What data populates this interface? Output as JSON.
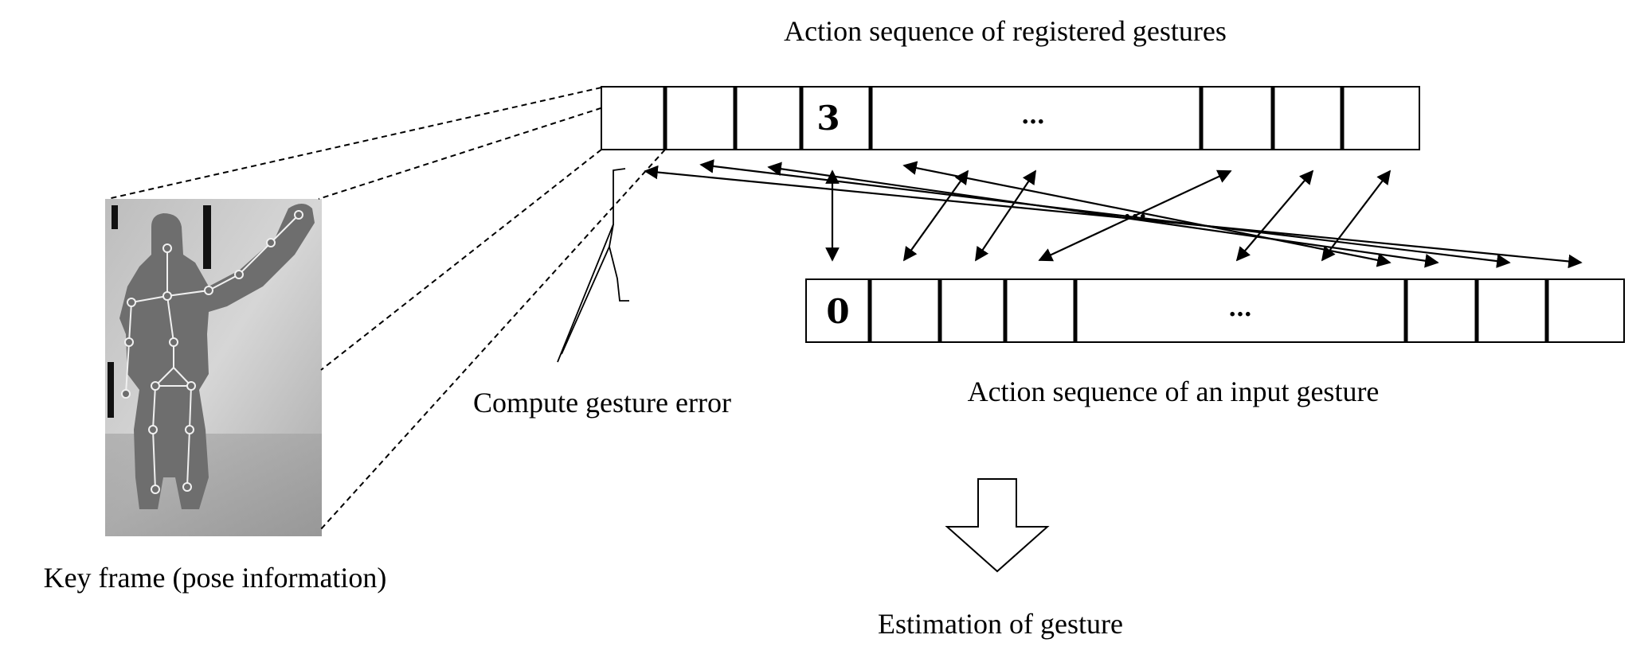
{
  "labels": {
    "registered_title": "Action sequence of registered gestures",
    "input_title": "Action sequence of an input gesture",
    "compute_error": "Compute gesture error",
    "key_frame": "Key frame (pose information)",
    "estimation": "Estimation of gesture"
  },
  "registered_sequence": {
    "cells": [
      "",
      "",
      "",
      "3",
      "…",
      "",
      "",
      ""
    ]
  },
  "input_sequence": {
    "cells": [
      "0",
      "",
      "",
      "",
      "…",
      "",
      "",
      ""
    ]
  },
  "mid_ellipsis": "…",
  "colors": {
    "line": "#000000",
    "depth_background": "#c8c8c8",
    "silhouette": "#6e6e6e",
    "skeleton": "#f0f0f0"
  }
}
